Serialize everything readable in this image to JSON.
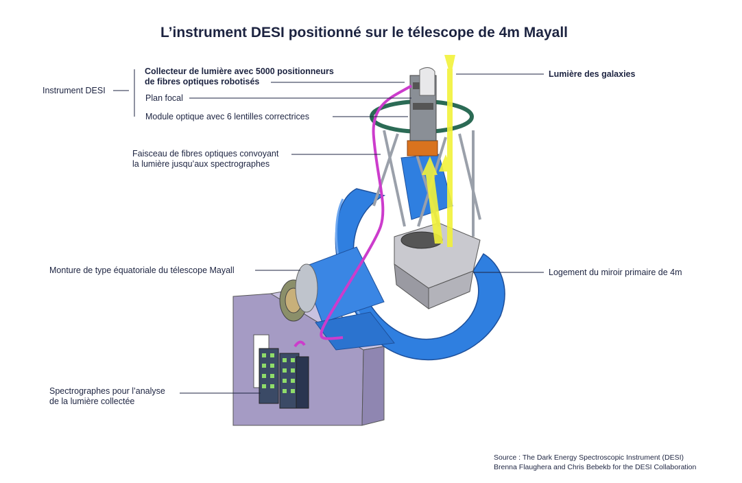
{
  "title": "L’instrument DESI positionné sur le télescope de 4m Mayall",
  "labels": {
    "instrument": "Instrument DESI",
    "collector_line1": "Collecteur de lumière avec 5000 positionneurs",
    "collector_line2": "de fibres optiques robotisés",
    "focal_plane": "Plan focal",
    "optical_module": "Module optique avec 6 lentilles correctrices",
    "fiber_bundle_line1": "Faisceau de fibres optiques convoyant",
    "fiber_bundle_line2": "la lumière jusqu’aux spectrographes",
    "galaxy_light": "Lumière des galaxies",
    "mount": "Monture de type équatoriale du télescope Mayall",
    "mirror_housing": "Logement du miroir primaire de 4m",
    "spectro_line1": "Spectrographes pour l’analyse",
    "spectro_line2": "de la lumière collectée"
  },
  "source": {
    "line1": "Source : The Dark Energy Spectroscopic Instrument (DESI)",
    "line2": "Brenna Flaughera and Chris Bebekb for the DESI Collaboration"
  },
  "colors": {
    "text": "#1c2340",
    "mount_blue": "#2f7fe0",
    "fiber_magenta": "#cc3ccc",
    "light_yellow": "#f2f23a",
    "ring_green": "#2b6b55",
    "corrector_orange": "#d9731e",
    "wall_lavender": "#a59bc4"
  }
}
